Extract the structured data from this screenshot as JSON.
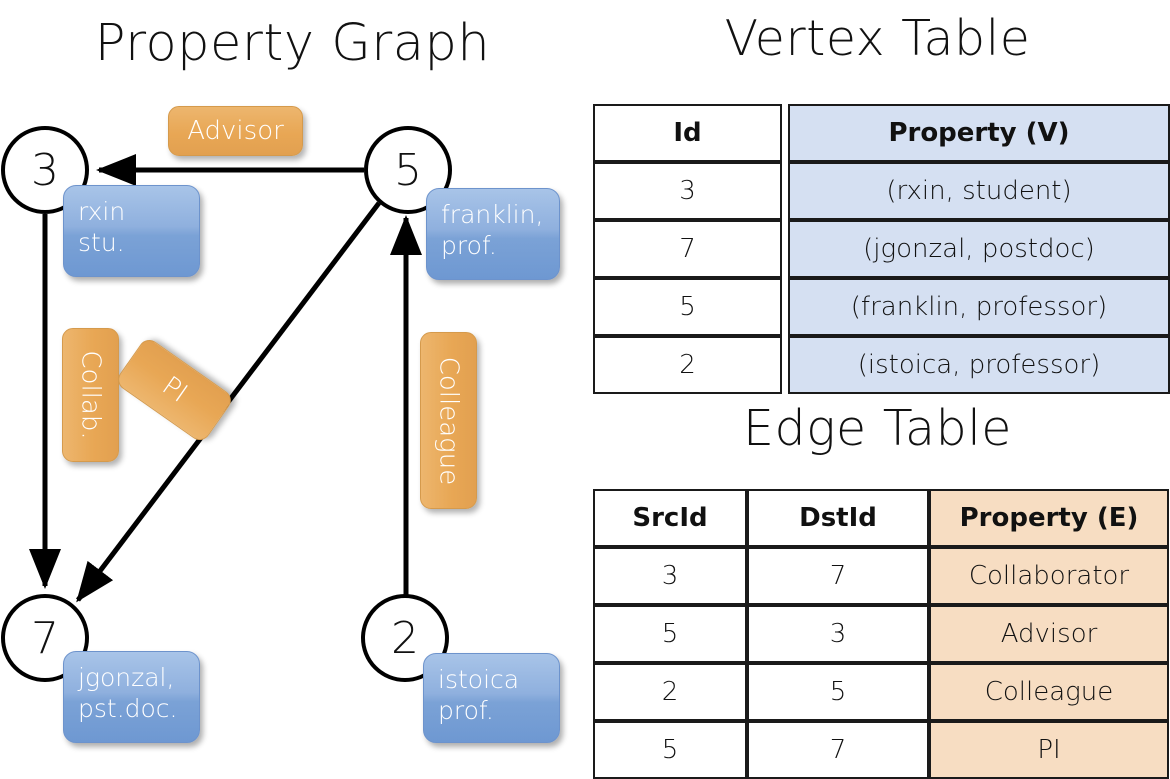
{
  "titles": {
    "graph": "Property Graph",
    "vertex_table": "Vertex Table",
    "edge_table": "Edge Table"
  },
  "graph": {
    "nodes": [
      {
        "id": "3",
        "label_line1": "rxin",
        "label_line2": "stu."
      },
      {
        "id": "5",
        "label_line1": "franklin,",
        "label_line2": "prof."
      },
      {
        "id": "7",
        "label_line1": "jgonzal,",
        "label_line2": "pst.doc."
      },
      {
        "id": "2",
        "label_line1": "istoica",
        "label_line2": "prof."
      }
    ],
    "edge_labels": [
      {
        "text": "Advisor"
      },
      {
        "text": "Collab."
      },
      {
        "text": "PI"
      },
      {
        "text": "Colleague"
      }
    ]
  },
  "vertex_table": {
    "headers": [
      "Id",
      "Property (V)"
    ],
    "rows": [
      {
        "id": "3",
        "property": "(rxin, student)"
      },
      {
        "id": "7",
        "property": "(jgonzal, postdoc)"
      },
      {
        "id": "5",
        "property": "(franklin, professor)"
      },
      {
        "id": "2",
        "property": "(istoica, professor)"
      }
    ]
  },
  "edge_table": {
    "headers": [
      "SrcId",
      "DstId",
      "Property (E)"
    ],
    "rows": [
      {
        "src": "3",
        "dst": "7",
        "property": "Collaborator"
      },
      {
        "src": "5",
        "dst": "3",
        "property": "Advisor"
      },
      {
        "src": "2",
        "dst": "5",
        "property": "Colleague"
      },
      {
        "src": "5",
        "dst": "7",
        "property": "PI"
      }
    ]
  },
  "colors": {
    "vertex_box": "#7ba2d6",
    "edge_label_box": "#e8a755",
    "vertex_table_highlight": "#d5e0f2",
    "edge_table_highlight": "#f7ddc2",
    "stroke": "#000000",
    "background": "#ffffff"
  }
}
